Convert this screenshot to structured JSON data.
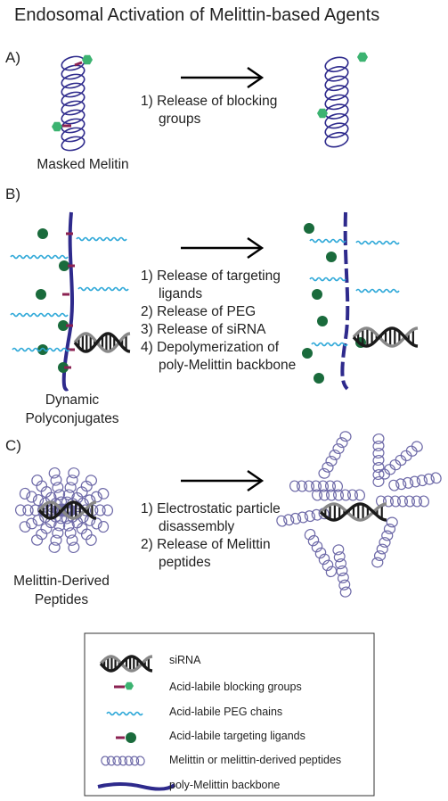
{
  "title": "Endosomal Activation of Melittin-based Agents",
  "colors": {
    "helix": "#2e2a8c",
    "helix_light": "#6e6aa8",
    "green_hex": "#3cb371",
    "green_dot": "#1a6b3c",
    "linker": "#8b2252",
    "peg": "#2ea8d8",
    "backbone": "#2e2a8c",
    "dna_dark": "#1a1a1a",
    "dna_gray": "#888888"
  },
  "panel_a": {
    "label": "A)",
    "steps": [
      "1) Release of blocking",
      "groups"
    ],
    "caption": "Masked Melitin"
  },
  "panel_b": {
    "label": "B)",
    "steps": [
      "1) Release of targeting",
      "ligands",
      "2) Release of PEG",
      "3) Release of siRNA",
      "4) Depolymerization of",
      "poly-Melittin backbone"
    ],
    "caption": [
      "Dynamic",
      "Polyconjugates"
    ]
  },
  "panel_c": {
    "label": "C)",
    "steps": [
      "1) Electrostatic particle",
      "disassembly",
      "2) Release of Melittin",
      "peptides"
    ],
    "caption": [
      "Melittin-Derived",
      "Peptides"
    ]
  },
  "legend": {
    "items": [
      {
        "label": "siRNA",
        "icon": "sirna-icon"
      },
      {
        "label": "Acid-labile blocking groups",
        "icon": "blocking-group-icon"
      },
      {
        "label": "Acid-labile PEG chains",
        "icon": "peg-chain-icon"
      },
      {
        "label": "Acid-labile targeting ligands",
        "icon": "targeting-ligand-icon"
      },
      {
        "label": "Melittin or melittin-derived peptides",
        "icon": "melittin-helix-icon"
      },
      {
        "label": "poly-Melittin backbone",
        "icon": "backbone-icon"
      }
    ]
  }
}
